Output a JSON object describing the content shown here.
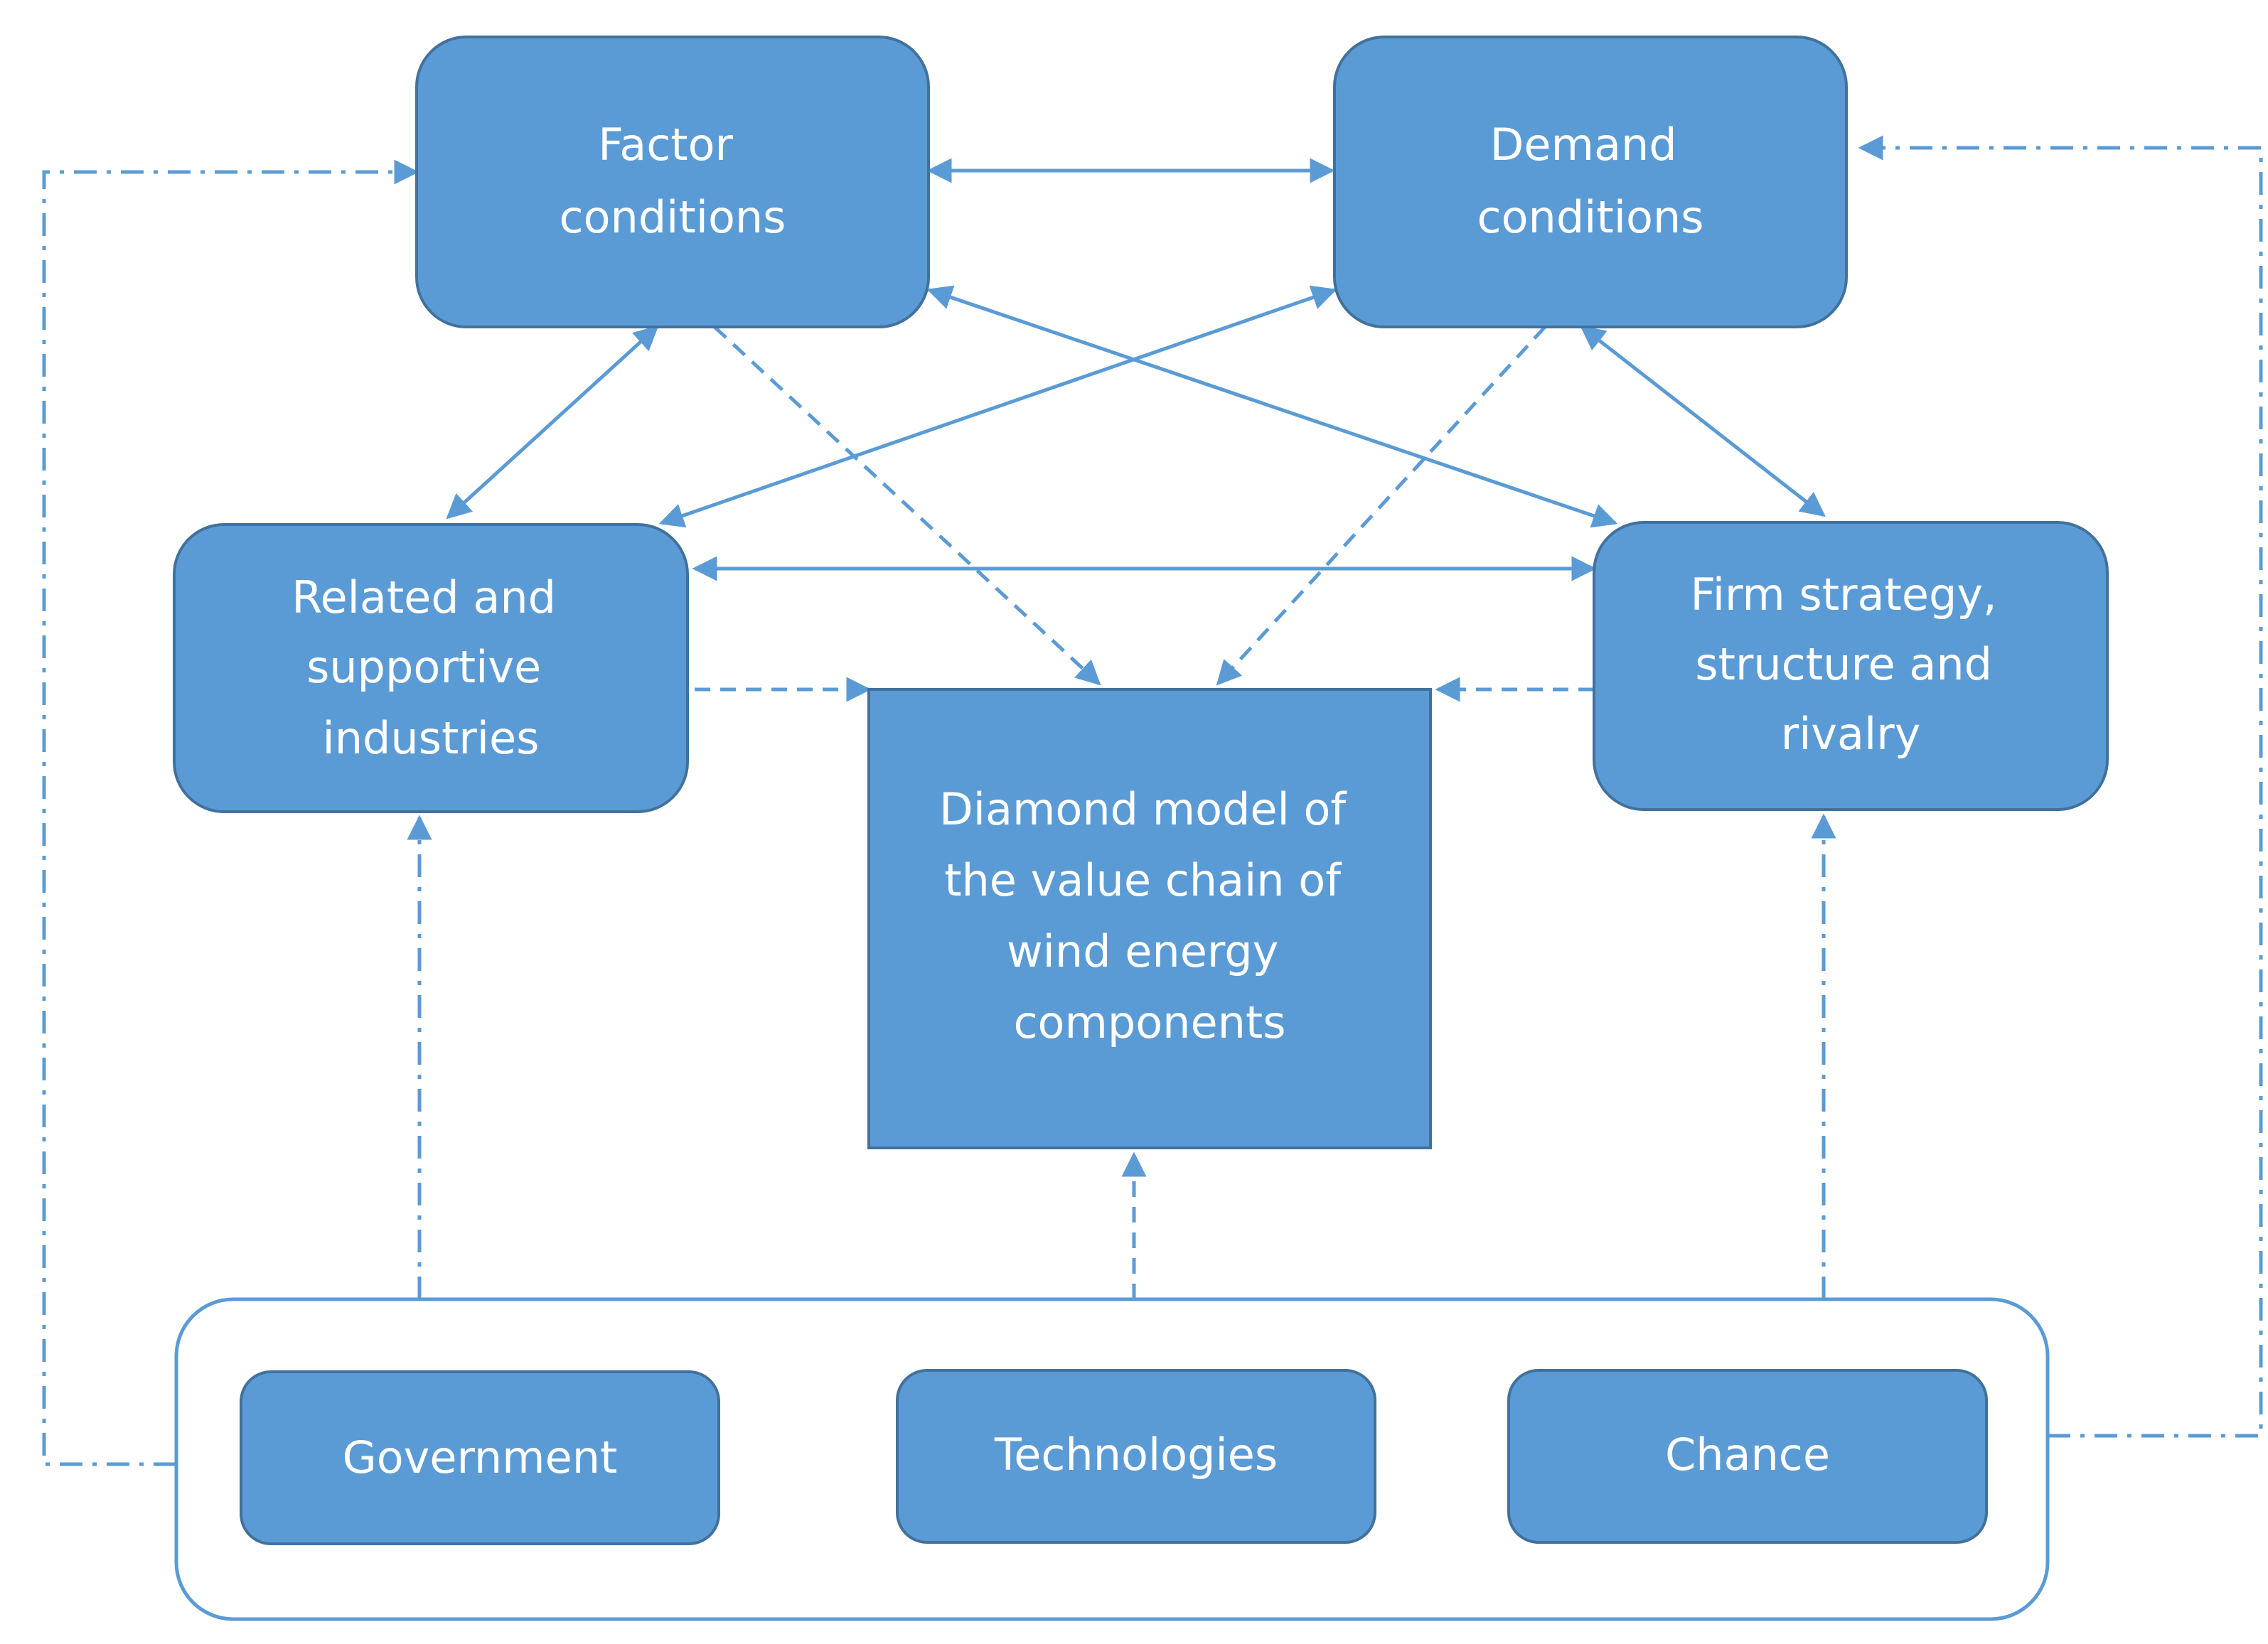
{
  "colors": {
    "node_fill": "#5b9bd5",
    "node_stroke": "#41719c",
    "edge": "#5b9bd5",
    "background": "#ffffff"
  },
  "nodes": {
    "factor": [
      "Factor",
      "conditions"
    ],
    "demand": [
      "Demand",
      "conditions"
    ],
    "related": [
      "Related and",
      "supportive",
      "industries"
    ],
    "firm": [
      "Firm strategy,",
      "structure and",
      "rivalry"
    ],
    "center": [
      "Diamond model of",
      "the value chain of",
      "wind energy",
      "components"
    ],
    "government": [
      "Government"
    ],
    "technologies": [
      "Technologies"
    ],
    "chance": [
      "Chance"
    ]
  },
  "edges": [
    {
      "from": "factor",
      "to": "demand",
      "style": "solid",
      "arrows": "both"
    },
    {
      "from": "factor",
      "to": "related",
      "style": "solid",
      "arrows": "both"
    },
    {
      "from": "demand",
      "to": "related",
      "style": "solid",
      "arrows": "both"
    },
    {
      "from": "factor",
      "to": "firm",
      "style": "solid",
      "arrows": "both"
    },
    {
      "from": "demand",
      "to": "firm",
      "style": "solid",
      "arrows": "both"
    },
    {
      "from": "related",
      "to": "firm",
      "style": "solid",
      "arrows": "both"
    },
    {
      "from": "factor",
      "to": "center",
      "style": "dashed",
      "arrows": "end"
    },
    {
      "from": "demand",
      "to": "center",
      "style": "dashed",
      "arrows": "end"
    },
    {
      "from": "related",
      "to": "center",
      "style": "dashed",
      "arrows": "end"
    },
    {
      "from": "firm",
      "to": "center",
      "style": "dashed",
      "arrows": "end"
    },
    {
      "from": "external-factors",
      "to": "related",
      "style": "dash-dot",
      "arrows": "end"
    },
    {
      "from": "external-factors",
      "to": "center",
      "style": "dashed",
      "arrows": "end"
    },
    {
      "from": "external-factors",
      "to": "firm",
      "style": "dash-dot",
      "arrows": "end"
    },
    {
      "from": "external-factors",
      "to": "factor",
      "style": "dash-dot",
      "arrows": "end"
    },
    {
      "from": "external-factors",
      "to": "demand",
      "style": "dash-dot",
      "arrows": "end"
    }
  ]
}
